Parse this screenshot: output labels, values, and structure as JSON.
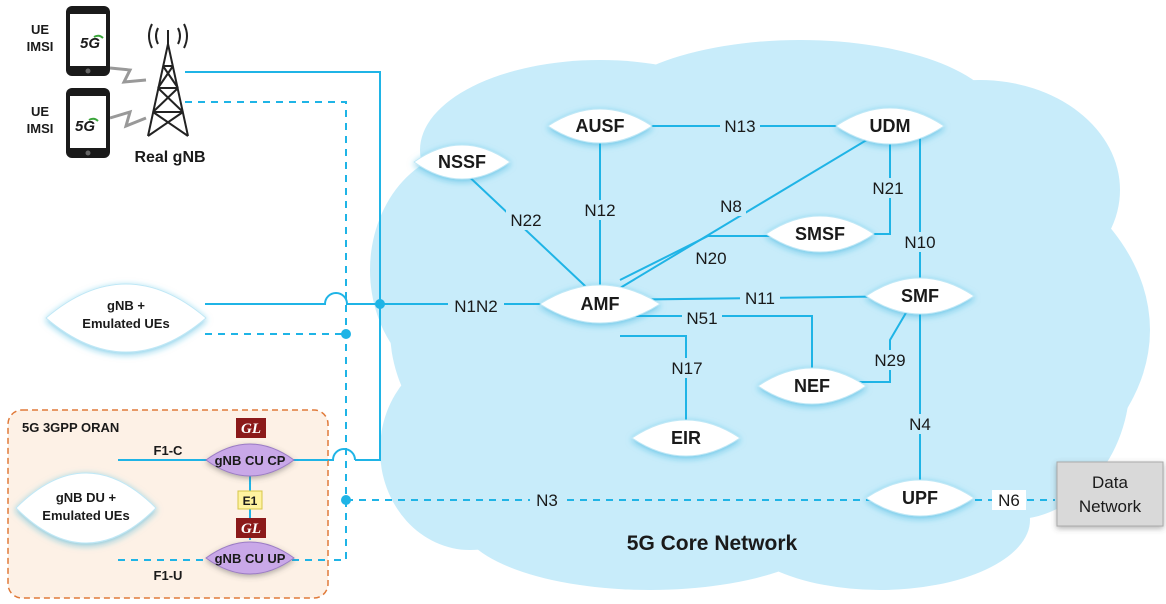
{
  "core": {
    "title": "5G Core Network"
  },
  "nodes": {
    "ausf": "AUSF",
    "udm": "UDM",
    "nssf": "NSSF",
    "smsf": "SMSF",
    "amf": "AMF",
    "smf": "SMF",
    "nef": "NEF",
    "eir": "EIR",
    "upf": "UPF"
  },
  "interfaces": {
    "n13": "N13",
    "n12": "N12",
    "n22": "N22",
    "n8": "N8",
    "n21": "N21",
    "n20": "N20",
    "n10": "N10",
    "n1n2": "N1N2",
    "n11": "N11",
    "n51": "N51",
    "n29": "N29",
    "n17": "N17",
    "n4": "N4",
    "n3": "N3",
    "n6": "N6",
    "f1c": "F1-C",
    "f1u": "F1-U",
    "e1": "E1"
  },
  "ran": {
    "ue_label_1": "UE",
    "imsi_label_1": "IMSI",
    "ue_label_2": "UE",
    "imsi_label_2": "IMSI",
    "phone_logo": "5G",
    "real_gnb": "Real gNB",
    "emulated_gnb_line1": "gNB +",
    "emulated_gnb_line2": "Emulated UEs",
    "oran_title": "5G 3GPP ORAN",
    "du_line1": "gNB DU +",
    "du_line2": "Emulated UEs",
    "cu_cp": "gNB CU CP",
    "cu_up": "gNB CU UP",
    "gl_badge": "GL"
  },
  "data_network": {
    "line1": "Data",
    "line2": "Network"
  },
  "colors": {
    "link": "#1fb4e6",
    "cloud": "#c8ecfa",
    "node": "#ffffff",
    "cu": "#c9a8e8",
    "oran_border": "#e07a3a",
    "gl": "#8b1a1a",
    "e1_badge": "#fff3a0",
    "dn_box": "#d9d9d9"
  }
}
